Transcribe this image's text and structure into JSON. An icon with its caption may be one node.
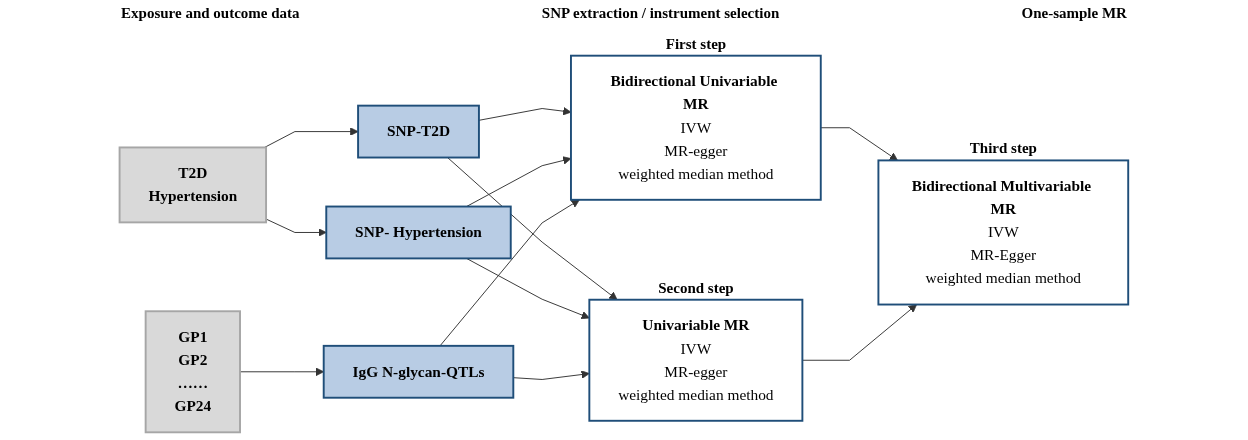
{
  "diagram": {
    "nodes": [
      {
        "text": [
          "T2D",
          "Hypertension"
        ]
      },
      {
        "text": [
          "GP1",
          "GP2",
          "……",
          "GP24"
        ]
      },
      {
        "text": [
          "SNP-T2D"
        ]
      },
      {
        "text": [
          "SNP- Hypertension"
        ]
      },
      {
        "text": [
          "IgG N-glycan-QTLs"
        ]
      },
      {
        "text": [
          "Bidirectional Univariable MR",
          "IVW",
          "MR-egger",
          "weighted median method"
        ],
        "beside": [
          "First step"
        ]
      },
      {
        "text": [
          "Univariable MR",
          "IVW",
          "MR-egger",
          "weighted median method"
        ],
        "beside": [
          "Second step"
        ]
      },
      {
        "text": [
          "Bidirectional Multivariable MR",
          "IVW",
          "MR-Egger",
          "weighted median method"
        ],
        "beside": [
          "Third step"
        ]
      }
    ],
    "edges": [
      {
        "from": 0,
        "to": 2,
        "arrow": "to"
      },
      {
        "from": 0,
        "to": 3,
        "arrow": "to"
      },
      {
        "from": 1,
        "to": 4,
        "arrow": "to"
      },
      {
        "from": 2,
        "to": 5,
        "arrow": "to"
      },
      {
        "from": 3,
        "to": 5,
        "arrow": "to"
      },
      {
        "from": 4,
        "to": 5,
        "arrow": "to"
      },
      {
        "from": 2,
        "to": 6,
        "arrow": "to"
      },
      {
        "from": 3,
        "to": 6,
        "arrow": "to"
      },
      {
        "from": 4,
        "to": 6,
        "arrow": "to"
      },
      {
        "from": 5,
        "to": 7,
        "arrow": "to"
      },
      {
        "from": 6,
        "to": 7,
        "arrow": "to"
      }
    ],
    "labels": [
      "Exposure and outcome data",
      "SNP extraction / instrument selection",
      "One-sample MR"
    ]
  }
}
